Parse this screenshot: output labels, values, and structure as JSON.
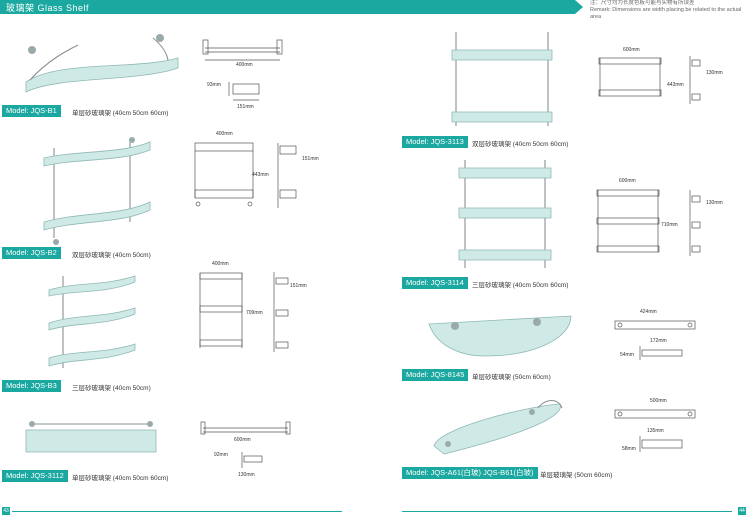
{
  "header": {
    "title": "玻璃架  Glass  Shelf",
    "note_line1": "注：尺寸均为长度色板可能与实物有所误差",
    "note_line2": "Remark: Dimensions are width placing be related to the actual area"
  },
  "products": [
    {
      "model": "Model: JQS-B1",
      "desc": "单层砂玻璃架 (40cm 50cm 60cm)",
      "dims": [
        "400mm",
        "93mm",
        "151mm"
      ]
    },
    {
      "model": "Model: JQS-B2",
      "desc": "双层砂玻璃架 (40cm 50cm)",
      "dims": [
        "400mm",
        "443mm",
        "151mm"
      ]
    },
    {
      "model": "Model: JQS-B3",
      "desc": "三层砂玻璃架 (40cm 50cm)",
      "dims": [
        "400mm",
        "709mm",
        "151mm"
      ]
    },
    {
      "model": "Model: JQS-3112",
      "desc": "单层砂玻璃架 (40cm 50cm 60cm)",
      "dims": [
        "600mm",
        "92mm",
        "130mm"
      ]
    },
    {
      "model": "Model: JQS-3113",
      "desc": "双层砂玻璃架 (40cm 50cm 60cm)",
      "dims": [
        "600mm",
        "443mm",
        "130mm"
      ]
    },
    {
      "model": "Model: JQS-3114",
      "desc": "三层砂玻璃架 (40cm 50cm 60cm)",
      "dims": [
        "600mm",
        "710mm",
        "130mm"
      ]
    },
    {
      "model": "Model: JQS-8145",
      "desc": "单层砂玻璃架 (50cm 60cm)",
      "dims": [
        "424mm",
        "172mm",
        "54mm"
      ]
    },
    {
      "model": "Model: JQS-A61(白玻) JQS-B61(白玻)",
      "desc": "单层玻璃架 (50cm 60cm)",
      "dims": [
        "500mm",
        "135mm",
        "58mm"
      ]
    }
  ],
  "footer": {
    "page_left": "43",
    "page_right": "44"
  }
}
